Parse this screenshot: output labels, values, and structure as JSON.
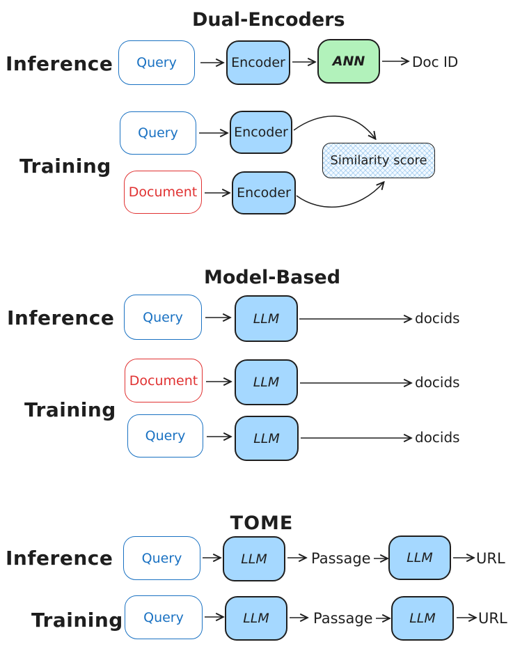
{
  "palette": {
    "ink": "#1e1e1e",
    "query_stroke": "#1971c2",
    "document_stroke": "#e03131",
    "model_fill": "#a5d8ff",
    "ann_fill": "#b2f2bb",
    "similarity_hatch": "#a5d8ff",
    "background": "#ffffff"
  },
  "sections": {
    "dual_encoders": {
      "title": "Dual-Encoders",
      "inference_label": "Inference",
      "training_label": "Training",
      "inference": {
        "query": "Query",
        "encoder": "Encoder",
        "ann": "ANN",
        "output": "Doc ID"
      },
      "training": {
        "query": "Query",
        "encoder_top": "Encoder",
        "document": "Document",
        "encoder_bottom": "Encoder",
        "similarity": "Similarity score"
      }
    },
    "model_based": {
      "title": "Model-Based",
      "inference_label": "Inference",
      "training_label": "Training",
      "inference": {
        "query": "Query",
        "llm": "LLM",
        "output": "docids"
      },
      "training": {
        "document": "Document",
        "llm_top": "LLM",
        "output_top": "docids",
        "query": "Query",
        "llm_bottom": "LLM",
        "output_bottom": "docids"
      }
    },
    "tome": {
      "title": "TOME",
      "inference_label": "Inference",
      "training_label": "Training",
      "inference": {
        "query": "Query",
        "llm1": "LLM",
        "passage": "Passage",
        "llm2": "LLM",
        "output": "URL"
      },
      "training": {
        "query": "Query",
        "llm1": "LLM",
        "passage": "Passage",
        "llm2": "LLM",
        "output": "URL"
      }
    }
  }
}
